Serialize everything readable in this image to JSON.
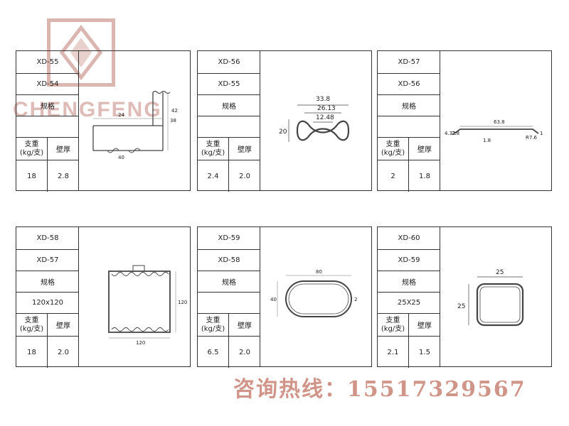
{
  "brand": {
    "logo_text": "CHENGFENG"
  },
  "labels": {
    "spec": "规格",
    "weight": "支重\n(kg/支)",
    "wall": "壁厚"
  },
  "panels": [
    {
      "code": "XD-55",
      "prev_code": "XD-54",
      "spec": "",
      "weight": "18",
      "wall": "2.8",
      "dims": [
        "24",
        "38",
        "40",
        "42"
      ]
    },
    {
      "code": "XD-56",
      "prev_code": "XD-55",
      "spec": "",
      "weight": "2.4",
      "wall": "2.0",
      "dims": [
        "33.8",
        "26.13",
        "12.48",
        "20"
      ]
    },
    {
      "code": "XD-57",
      "prev_code": "XD-56",
      "spec": "",
      "weight": "2",
      "wall": "1.8",
      "dims": [
        "63.8",
        "4.32",
        "2.8",
        "1.8",
        "1",
        "R7.6"
      ]
    },
    {
      "code": "XD-58",
      "prev_code": "XD-57",
      "spec": "120x120",
      "weight": "18",
      "wall": "2.0",
      "dims": [
        "120",
        "120"
      ]
    },
    {
      "code": "XD-59",
      "prev_code": "XD-58",
      "spec": "",
      "weight": "6.5",
      "wall": "2.0",
      "dims": [
        "80",
        "40",
        "2"
      ]
    },
    {
      "code": "XD-60",
      "prev_code": "XD-59",
      "spec": "25X25",
      "weight": "2.1",
      "wall": "1.5",
      "dims": [
        "25",
        "25"
      ]
    }
  ],
  "footer": {
    "hotline": "咨询热线：15517329567"
  },
  "colors": {
    "watermark": "#be786e",
    "line": "#333333"
  }
}
